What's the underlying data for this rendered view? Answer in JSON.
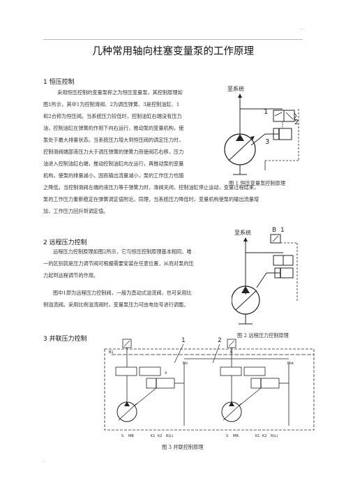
{
  "header": {
    "corner_mark": "..",
    "footer_mark": "."
  },
  "title": "几种常用轴向柱塞变量泵的工作原理",
  "sections": [
    {
      "heading": "1   恒压控制",
      "lines": [
        "采用恒压控制的变量泵称之为恒压变量泵，其控制原理如",
        "图1所示，其中1为控制滑阀、2为调压弹簧、3是控制油缸、1",
        "和2合称为恒压阀。当系统压力较低时，控制油缸右端没有压力",
        "油，控制油缸在弹簧的作用下向右运行，推动泵的变量机构，使",
        "泵处于最大排量状态。当系统压力增大到恒压阀的调定压力时，",
        "控制滑阀端部液压力大于调压弹簧的弹簧力而使阀芯右移，压力",
        "油进入控制油缸右端，推动控制油缸向左运行，再推动泵的变量",
        "机构，使泵的排量减小，因而输出流量减小，泵的工作压力也随",
        "之降低。当控制滑阀左端的液压力等于弹簧力时，滑阀关闭，控制油缸停止运动，变量过程结束，",
        "泵的工作压力重新稳定在弹簧调定值附近。同理，当系统压力降低时，变量机构使泵的输出流量增",
        "加，工作压力回升到调定值。"
      ]
    },
    {
      "heading": "2   远程压力控制",
      "lines": [
        "远程压力控制原理如图2所示，它与恒压控制原理基本相同，唯",
        "一的区别就是压力调节阀可根据需要安装在任意位置，从而对泵的压",
        "力起到远程调节的作用。",
        "图中1即为远程压力控制阀，一般为直动式溢流阀，也可采用比",
        "例溢流阀。采用比例溢流阀时，变量泵压力可由电信号进行调整。"
      ]
    },
    {
      "heading": "3   并联压力控制",
      "lines": []
    }
  ],
  "figures": {
    "fig1": {
      "caption": "图 1  恒压变量泵控制原理",
      "label_system": "至系统",
      "labels": [
        "1",
        "2",
        "3"
      ]
    },
    "fig2": {
      "caption": "图 2  远程压力控制原理",
      "label_system": "至系统",
      "labels": [
        "B",
        "1"
      ]
    },
    "fig3": {
      "caption": "图 3  并联控制原理",
      "callouts": [
        "1",
        "2"
      ],
      "port_labels": [
        "B1",
        "B",
        "Ms",
        "Mst",
        "X",
        "S",
        "MB",
        "K1",
        "K2",
        "R(L)"
      ]
    }
  }
}
